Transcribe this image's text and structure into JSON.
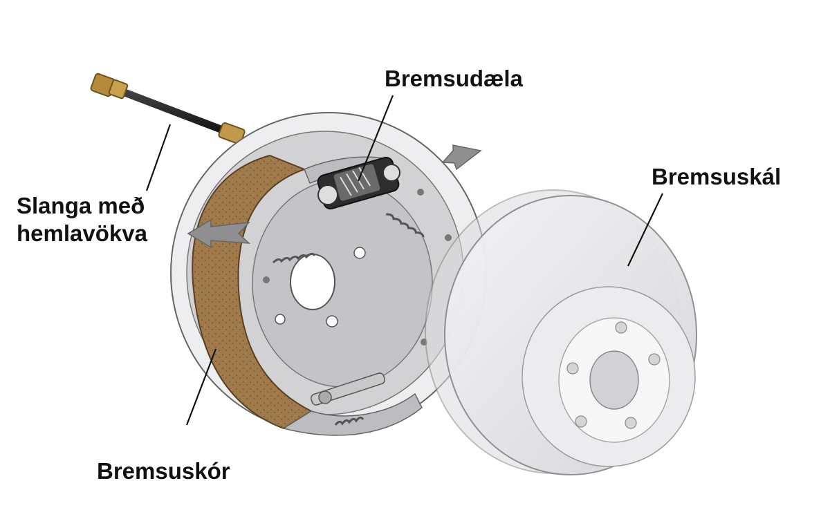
{
  "labels": {
    "brake_cylinder": "Bremsudæla",
    "brake_drum": "Bremsuskál",
    "brake_hose_line1": "Slanga með",
    "brake_hose_line2": "hemlavökva",
    "brake_shoe": "Bremsuskór"
  },
  "colors": {
    "lining": "#9c7446",
    "metal": "#c9c9cb",
    "drum": "#ececee",
    "arrow": "#8e8e90",
    "leader": "#111111"
  }
}
